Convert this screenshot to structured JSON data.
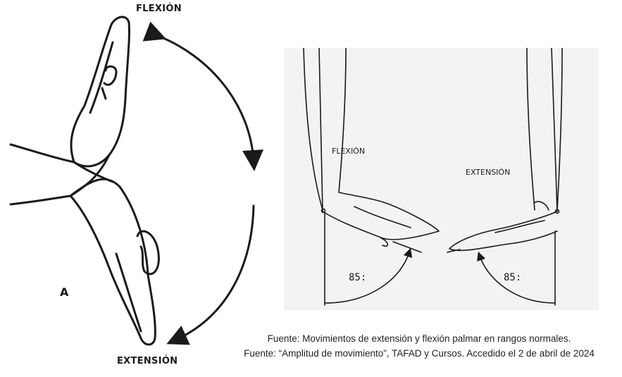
{
  "left_figure": {
    "label_top": "FLEXIÓN",
    "label_bottom": "EXTENSIÓN",
    "label_corner": "A"
  },
  "right_figure": {
    "label_left": "FLEXIÓN",
    "label_right": "EXTENSIÓN",
    "angle_left": "85:",
    "angle_right": "85:"
  },
  "caption": {
    "line1": "Fuente: Movimientos de extensión y flexión palmar en rangos normales.",
    "line2": "Fuente: “Amplitud de movimiento”, TAFAD y Cursos. Accedido el 2 de abril de 2024"
  },
  "colors": {
    "ink": "#1a1a1a",
    "panel": "#f3f3f3"
  }
}
